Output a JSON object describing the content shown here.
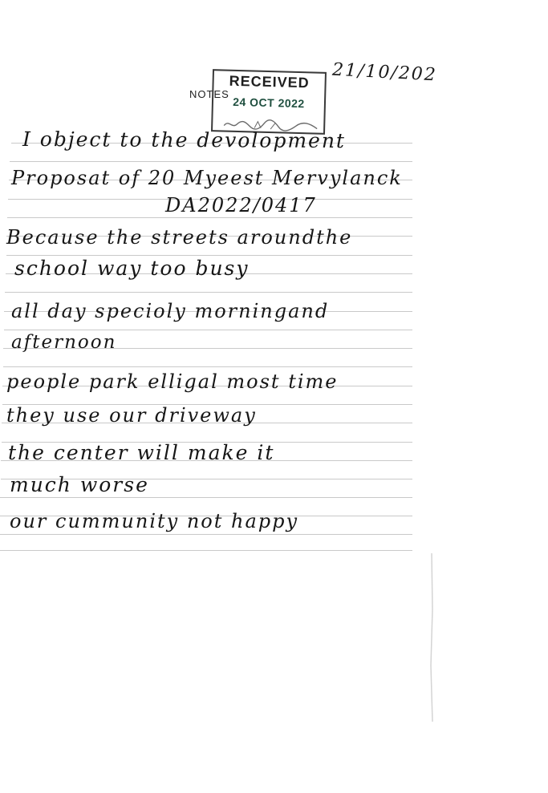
{
  "header": {
    "notes_label": "NOTES",
    "date": "21/10/202"
  },
  "stamp": {
    "title": "RECEIVED",
    "date": "24 OCT 2022"
  },
  "letter": {
    "lines": [
      "I object to the devolopment",
      "Proposat of   20 Myeest Mervylanck",
      "DA2022/0417",
      "Because the streets aroundthe",
      "school way too busy",
      "all day specioly morningand",
      "afternoon",
      "people park elligal most time",
      "they use our driveway",
      "the center will make it",
      "much worse",
      "our cummunity not happy"
    ]
  }
}
